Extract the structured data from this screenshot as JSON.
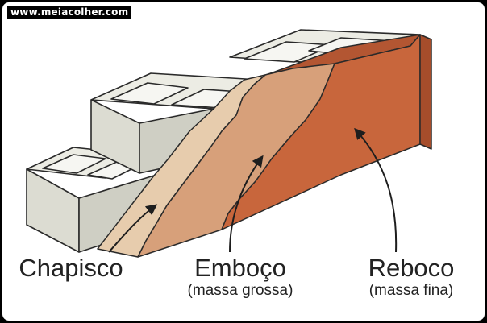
{
  "watermark": "www.meiacolher.com",
  "labels": {
    "chapisco": "Chapisco",
    "emboco": "Emboço",
    "emboco_sub": "(massa grossa)",
    "reboco": "Reboco",
    "reboco_sub": "(massa fina)"
  },
  "colors": {
    "block_face": "#dcdcd2",
    "block_top": "#ececE4",
    "block_hole": "#f6f6f2",
    "chapisco": "#e7ccad",
    "emboco": "#d7a07a",
    "reboco_face": "#c8663c",
    "reboco_top": "#b35632",
    "outline": "#2a2a2a"
  },
  "icons": [
    "arrow-icon"
  ]
}
